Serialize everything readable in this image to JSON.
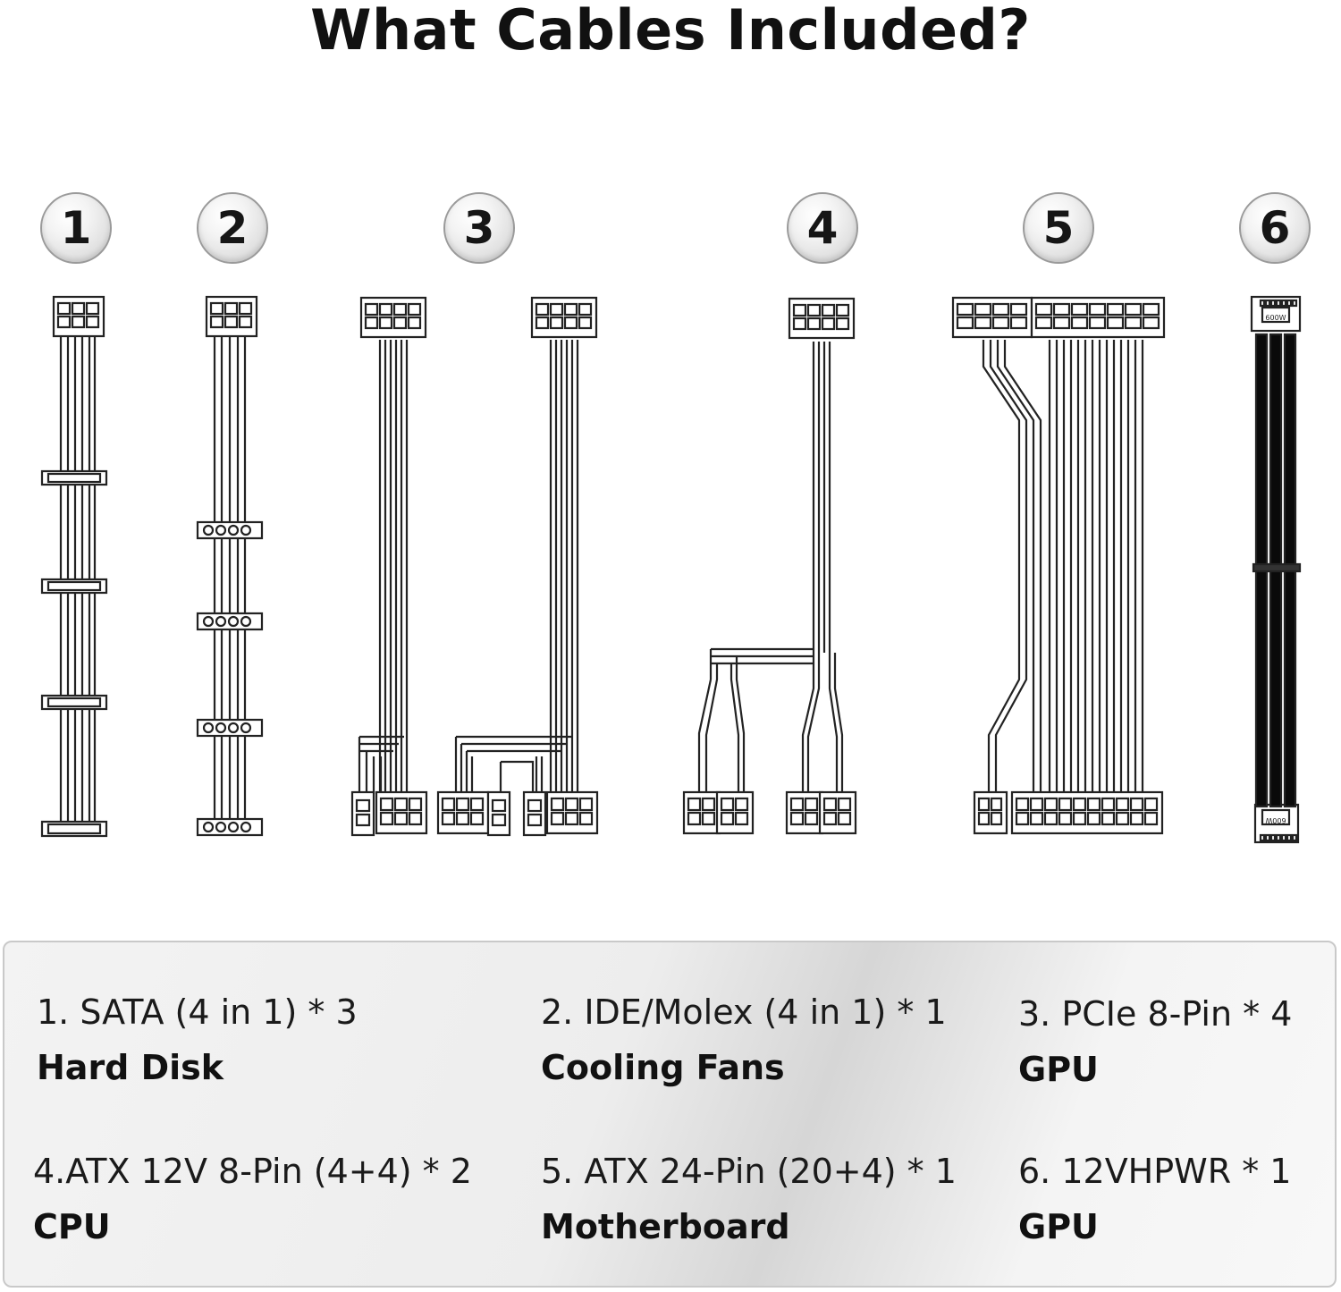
{
  "title": "What Cables Included?",
  "badges": [
    "1",
    "2",
    "3",
    "4",
    "5",
    "6"
  ],
  "connector_labels": {
    "top": "600W",
    "bottom": "600W"
  },
  "items": [
    {
      "name": "1. SATA (4 in 1) * 3",
      "use": "Hard Disk"
    },
    {
      "name": "2. IDE/Molex (4 in 1) * 1",
      "use": "Cooling Fans"
    },
    {
      "name": "3. PCIe 8-Pin * 4",
      "use": "GPU"
    },
    {
      "name": "4.ATX 12V 8-Pin (4+4) * 2",
      "use": "CPU"
    },
    {
      "name": "5. ATX 24-Pin (20+4) * 1",
      "use": "Motherboard"
    },
    {
      "name": "6. 12VHPWR * 1",
      "use": "GPU"
    }
  ],
  "colors": {
    "line": "#222222",
    "cable6": "#0a0a0a",
    "panel_border": "#c9c9c9"
  }
}
